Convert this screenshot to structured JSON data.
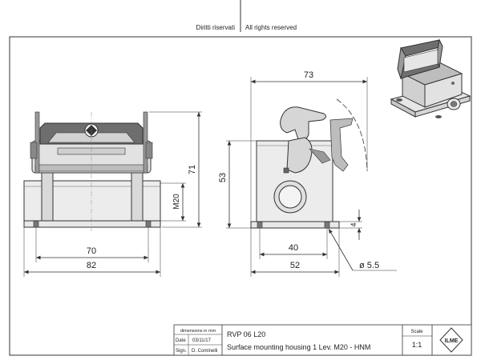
{
  "header": {
    "rights_it": "Diritti riservati",
    "rights_en": "All rights reserved"
  },
  "front_view": {
    "dims": {
      "height_total": "71",
      "thread": "M20",
      "width_inner": "70",
      "width_outer": "82"
    }
  },
  "side_view": {
    "dims": {
      "length_total": "73",
      "height_body": "53",
      "base_thickness": "4",
      "hole_spacing": "40",
      "base_length": "52",
      "hole_diameter": "ø 5.5"
    }
  },
  "title_block": {
    "dim_note": "dimensions in mm",
    "date_label": "Date",
    "date_value": "03/11/17",
    "sign_label": "Sign.",
    "sign_value": "D. Cominelli",
    "code": "RVP 06 L20",
    "description": "Surface mounting housing 1 Lev. M20 - HNM",
    "scale_label": "Scale",
    "scale_value": "1:1",
    "logo_text": "ILME"
  },
  "colors": {
    "line": "#333333",
    "body_fill": "#e4e4e4",
    "dark_fill": "#6e6e6e"
  }
}
